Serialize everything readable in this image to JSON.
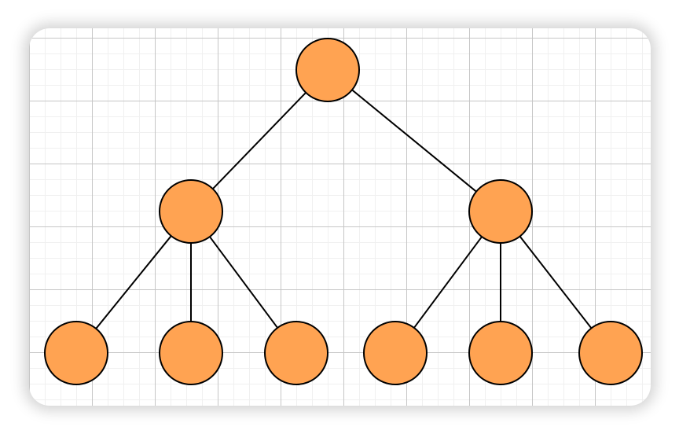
{
  "diagram": {
    "type": "tree",
    "node_fill": "#FFA352",
    "node_stroke": "#000000",
    "edge_color": "#000000",
    "grid": true,
    "nodes": [
      {
        "id": "root",
        "level": 0
      },
      {
        "id": "a",
        "level": 1,
        "parent": "root"
      },
      {
        "id": "b",
        "level": 1,
        "parent": "root"
      },
      {
        "id": "a1",
        "level": 2,
        "parent": "a"
      },
      {
        "id": "a2",
        "level": 2,
        "parent": "a"
      },
      {
        "id": "a3",
        "level": 2,
        "parent": "a"
      },
      {
        "id": "b1",
        "level": 2,
        "parent": "b"
      },
      {
        "id": "b2",
        "level": 2,
        "parent": "b"
      },
      {
        "id": "b3",
        "level": 2,
        "parent": "b"
      }
    ]
  }
}
